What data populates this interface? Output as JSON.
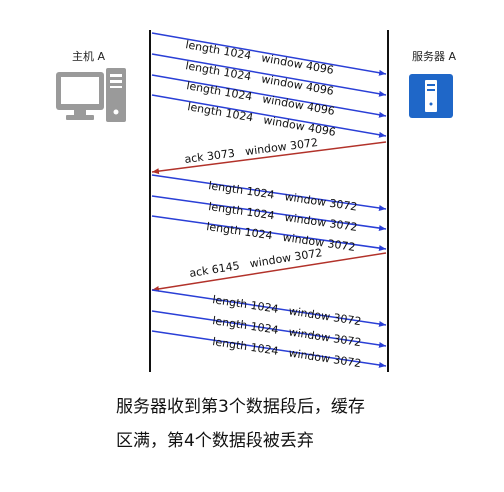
{
  "hosts": {
    "client": {
      "label": "主机 A",
      "icon": "desktop-computer-icon"
    },
    "server": {
      "label": "服务器 A",
      "icon": "server-icon"
    }
  },
  "colors": {
    "send": "#2a3fd6",
    "ack": "#b2322a",
    "timeline": "#111111",
    "server_tile": "#1f67c8"
  },
  "messages": [
    {
      "dir": "send",
      "text": "length 1024   window 4096"
    },
    {
      "dir": "send",
      "text": "length 1024   window 4096"
    },
    {
      "dir": "send",
      "text": "length 1024   window 4096"
    },
    {
      "dir": "send",
      "text": "length 1024   window 4096"
    },
    {
      "dir": "ack",
      "text": "ack 3073   window 3072"
    },
    {
      "dir": "send",
      "text": "length 1024   window 3072"
    },
    {
      "dir": "send",
      "text": "length 1024   window 3072"
    },
    {
      "dir": "send",
      "text": "length 1024   window 3072"
    },
    {
      "dir": "ack",
      "text": "ack 6145   window 3072"
    },
    {
      "dir": "send",
      "text": "length 1024   window 3072"
    },
    {
      "dir": "send",
      "text": "length 1024   window 3072"
    },
    {
      "dir": "send",
      "text": "length 1024   window 3072"
    }
  ],
  "caption": {
    "line1": "服务器收到第3个数据段后，缓存",
    "line2": "区满，第4个数据段被丢弃"
  }
}
